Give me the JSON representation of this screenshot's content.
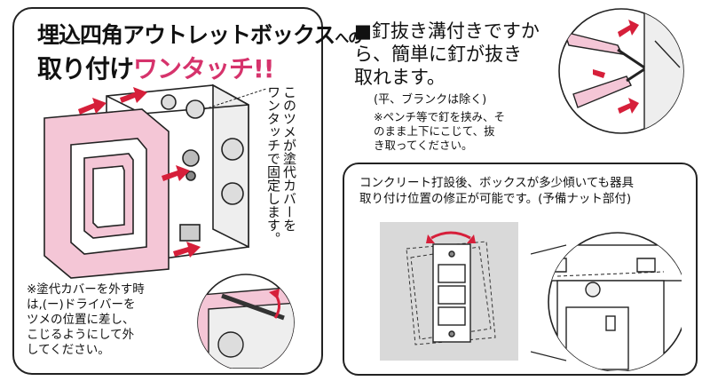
{
  "left": {
    "title_line1_main": "埋込四角アウトレットボックス",
    "title_line1_suffix": "への",
    "title_line2_main": "取り付け",
    "title_line2_accent": "ワンタッチ!!",
    "callout_col1": "このツメが塗代カバーを",
    "callout_col2": "ワンタッチで固定します。",
    "note_lines": [
      "※塗代カバーを外す時",
      "は,(ー)ドライバーを",
      "ツメの位置に差し、",
      "こじるようにして外",
      "してください。"
    ]
  },
  "right": {
    "main_lines": [
      "■釘抜き溝付きですか",
      "ら、簡単に釘が抜き",
      "取れます。"
    ],
    "sub": "(平、ブランクは除く)",
    "note_lines": [
      "※ペンチ等で釘を挟み、そ",
      "のまま上下にこじて、抜",
      "き取ってください。"
    ],
    "concrete_lines": [
      "コンクリート打設後、ボックスが多少傾いても器具",
      "取り付け位置の修正が可能です。(予備ナット部付)"
    ]
  },
  "colors": {
    "cover_pink": "#f4c6d6",
    "arrow_red": "#d61f3a",
    "accent_title": "#d6336c",
    "gray_bg": "#d9d9d9"
  }
}
